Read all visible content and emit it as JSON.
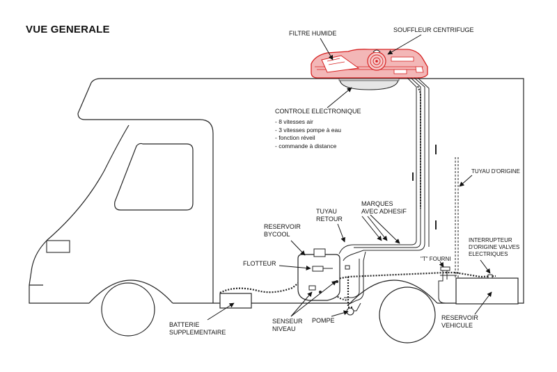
{
  "title": "VUE GENERALE",
  "labels": {
    "filtre": "FILTRE HUMIDE",
    "souffleur": "SOUFFLEUR CENTRIFUGE",
    "controle": "CONTROLE ELECTRONIQUE",
    "tuyau_origine": "TUYAU D'ORIGINE",
    "marques_1": "MARQUES",
    "marques_2": "AVEC ADHESIF",
    "tuyau_retour_1": "TUYAU",
    "tuyau_retour_2": "RETOUR",
    "reservoir_bycool_1": "RESERVOIR",
    "reservoir_bycool_2": "BYCOOL",
    "flotteur": "FLOTTEUR",
    "t_fourni": "\"T\" FOURNI",
    "interrupteur_1": "INTERRUPTEUR",
    "interrupteur_2": "D'ORIGINE VALVES",
    "interrupteur_3": "ELECTRIQUES",
    "batterie_1": "BATTERIE",
    "batterie_2": "SUPPLEMENTAIRE",
    "senseur_1": "SENSEUR",
    "senseur_2": "NIVEAU",
    "pompe": "POMPE",
    "reservoir_vehicule_1": "RESERVOIR",
    "reservoir_vehicule_2": "VEHICULE"
  },
  "controle_features": [
    "- 8 vitesses air",
    "- 3 vitesses pompe à eau",
    "- fonction réveil",
    "- commande à distance"
  ],
  "colors": {
    "unit_fill": "#f3b7b7",
    "unit_stroke": "#d62020",
    "line": "#222222"
  },
  "icons": {
    "rooftop_unit": "rooftop-cooler-icon",
    "fan": "centrifugal-fan-icon"
  }
}
